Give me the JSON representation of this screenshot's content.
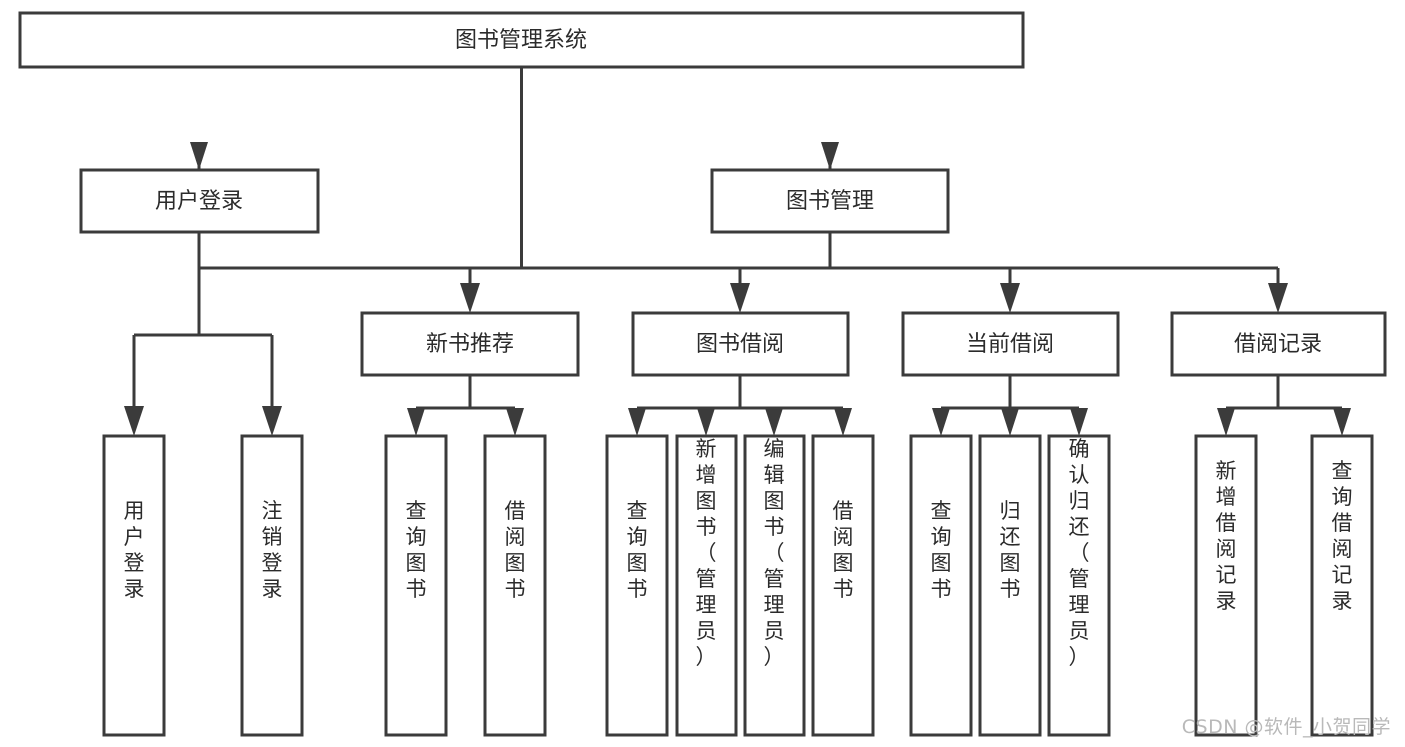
{
  "diagram": {
    "type": "tree",
    "title": "图书管理系统",
    "orientation": "top-down",
    "colors": {
      "background": "#ffffff",
      "box_fill": "#ffffff",
      "box_stroke": "#3b3b3b",
      "text": "#2b2b2b",
      "watermark": "#b9b9b9"
    },
    "root": {
      "label": "图书管理系统"
    },
    "level2": [
      {
        "label": "用户登录"
      },
      {
        "label": "图书管理"
      }
    ],
    "level3": [
      {
        "label": "新书推荐"
      },
      {
        "label": "图书借阅"
      },
      {
        "label": "当前借阅"
      },
      {
        "label": "借阅记录"
      }
    ],
    "leaves": {
      "user_login": [
        {
          "label": "用户登录"
        },
        {
          "label": "注销登录"
        }
      ],
      "new_book_recommend": [
        {
          "label": "查询图书"
        },
        {
          "label": "借阅图书"
        }
      ],
      "book_borrow": [
        {
          "label": "查询图书"
        },
        {
          "label": "新增图书（管理员）"
        },
        {
          "label": "编辑图书（管理员）"
        },
        {
          "label": "借阅图书"
        }
      ],
      "current_borrow": [
        {
          "label": "查询图书"
        },
        {
          "label": "归还图书"
        },
        {
          "label": "确认归还（管理员）"
        }
      ],
      "borrow_record": [
        {
          "label": "新增借阅记录"
        },
        {
          "label": "查询借阅记录"
        }
      ]
    }
  },
  "watermark": {
    "text": "CSDN @软件_小贺同学"
  }
}
